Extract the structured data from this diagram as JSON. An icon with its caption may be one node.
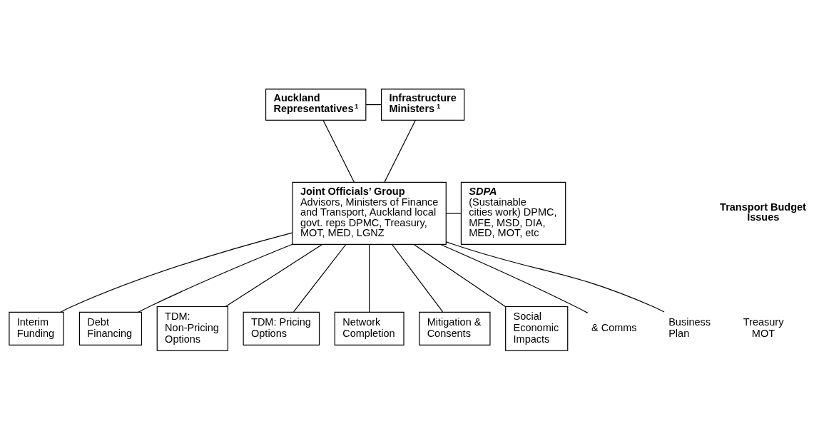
{
  "diagram": {
    "nodes": [
      {
        "text": [
          "Auckland Representatives$^{1}$"
        ]
      },
      {
        "text": [
          "Infrastructure Ministers $^{1}$"
        ]
      },
      {
        "text": [
          "Joint Officials’ Group",
          "Advisors, Ministers of Finance and Transport, Auckland local govt. reps DPMC, Treasury, MOT, MED, LGNZ"
        ]
      },
      {
        "text": [
          "SDPA",
          "(Sustainable cities work) DPMC, MFE, MSD, DIA, MED, MOT, etc"
        ]
      },
      {
        "text": [
          "Interim Funding"
        ]
      },
      {
        "text": [
          "Debt Financing"
        ]
      },
      {
        "text": [
          "TDM: Non-Pricing Options"
        ]
      },
      {
        "text": [
          "TDM: Pricing Options"
        ]
      },
      {
        "text": [
          "Network Completion"
        ]
      },
      {
        "text": [
          "Mitigation & Consents"
        ]
      },
      {
        "text": [
          "Social Economic Impacts"
        ]
      },
      {
        "text": [
          "& Comms"
        ]
      },
      {
        "text": [
          "Business Plan"
        ]
      }
    ],
    "edges": [
      {
        "from": 0,
        "to": 1,
        "arrow": "none"
      },
      {
        "from": 0,
        "to": 2,
        "arrow": "none"
      },
      {
        "from": 1,
        "to": 2,
        "arrow": "none"
      },
      {
        "from": 2,
        "to": 3,
        "arrow": "none"
      },
      {
        "from": 2,
        "to": 4,
        "arrow": "none"
      },
      {
        "from": 2,
        "to": 5,
        "arrow": "none"
      },
      {
        "from": 2,
        "to": 6,
        "arrow": "none"
      },
      {
        "from": 2,
        "to": 7,
        "arrow": "none"
      },
      {
        "from": 2,
        "to": 8,
        "arrow": "none"
      },
      {
        "from": 2,
        "to": 9,
        "arrow": "none"
      },
      {
        "from": 2,
        "to": 10,
        "arrow": "none"
      },
      {
        "from": 2,
        "to": 11,
        "arrow": "none"
      },
      {
        "from": 2,
        "to": 12,
        "arrow": "none"
      }
    ],
    "labels": [
      "Transport Budget Issues",
      "Treasury MOT"
    ]
  }
}
